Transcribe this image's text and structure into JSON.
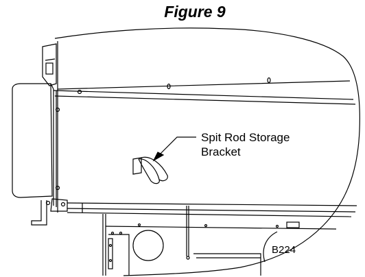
{
  "figure": {
    "title": "Figure 9",
    "callout_line1": "Spit Rod Storage",
    "callout_line2": "Bracket",
    "part_code": "B224"
  }
}
